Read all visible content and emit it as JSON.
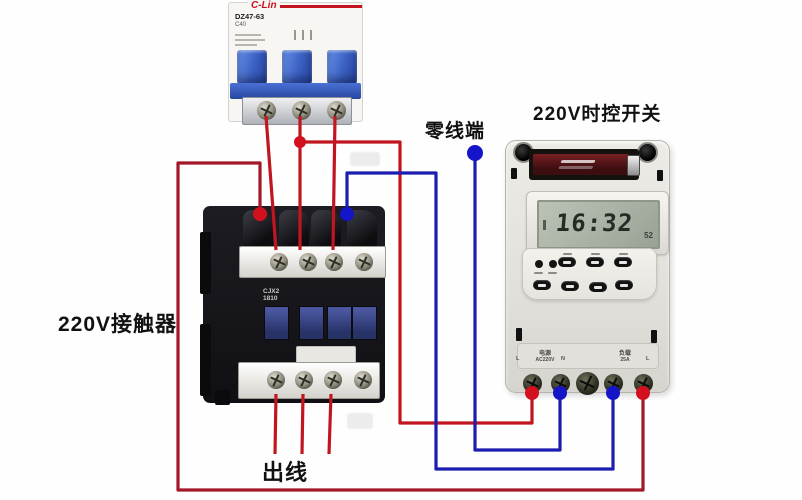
{
  "labels": {
    "contactor_label": "220V接触器",
    "neutral_label": "零线端",
    "timer_label": "220V时控开关",
    "output_label": "出线"
  },
  "breaker": {
    "brand": "C-Lin",
    "model": "DZ47-63",
    "spec": "C40"
  },
  "contactor": {
    "model_line1": "CJX2",
    "model_line2": "1810"
  },
  "timer": {
    "lcd_time": "16:32",
    "lcd_badge": "52",
    "terminals": {
      "power_label": "电源",
      "power_rating": "AC220V",
      "load_label": "负载",
      "load_rating": "25A",
      "mark_left": "L",
      "mark_n": "N",
      "mark_right": "L"
    }
  },
  "colors": {
    "wire_live_red": "#c11520",
    "wire_coil_red": "#a31828",
    "wire_neutral_blue": "#1c1cb0",
    "breaker_toggle_blue": "#3a60c2",
    "contactor_window_blue": "#2e3f7e",
    "timer_body": "#e3e1dc",
    "lcd_screen": "#aab3a6"
  },
  "connections": [
    {
      "from": "breaker-pole-1",
      "to": "contactor-input-1",
      "color": "red"
    },
    {
      "from": "breaker-pole-2",
      "to": "contactor-input-2",
      "color": "red"
    },
    {
      "from": "breaker-pole-3",
      "to": "contactor-input-3",
      "color": "red"
    },
    {
      "from": "breaker-pole-2-junction",
      "to": "timer-power-L",
      "color": "red"
    },
    {
      "from": "neutral-terminal",
      "to": "timer-power-N",
      "color": "blue"
    },
    {
      "from": "contactor-coil-right",
      "to": "timer-load-terminal-4",
      "color": "blue"
    },
    {
      "from": "contactor-coil-left",
      "to": "timer-load-terminal-5",
      "color": "red"
    },
    {
      "from": "contactor-outputs-1-2-3",
      "to": "outgoing-lines",
      "color": "red"
    }
  ]
}
